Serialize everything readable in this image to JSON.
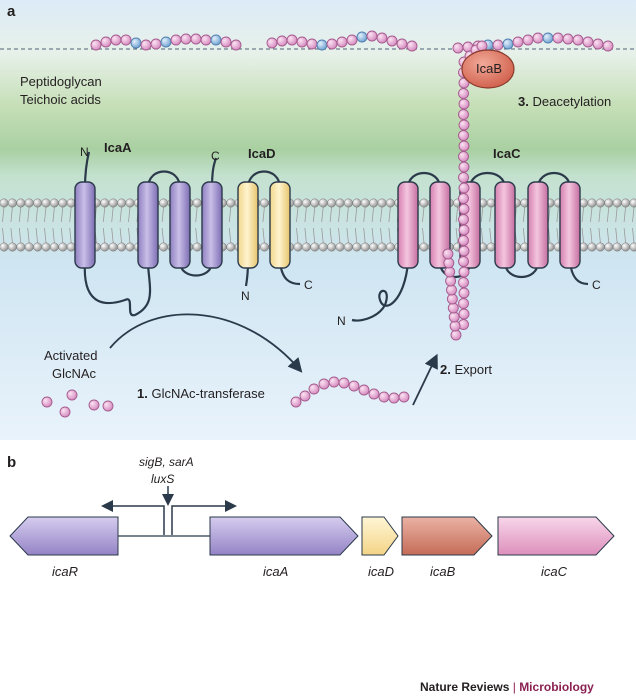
{
  "panel_a": {
    "label": "a",
    "wall_text": [
      "Peptidoglycan",
      "Teichoic acids"
    ],
    "proteins": {
      "icaA": "IcaA",
      "icaD": "IcaD",
      "icaC": "IcaC",
      "icaB": "IcaB"
    },
    "termini": {
      "icaA_n": "N",
      "icaA_c": "C",
      "icaD_n": "N",
      "icaD_c": "C",
      "icaC_n": "N",
      "icaC_c": "C"
    },
    "substrate": [
      "Activated",
      "GlcNAc"
    ],
    "steps": {
      "step1_num": "1.",
      "step1_text": "GlcNAc-transferase",
      "step2_num": "2.",
      "step2_text": "Export",
      "step3_num": "3.",
      "step3_text": "Deacetylation"
    }
  },
  "panel_b": {
    "label": "b",
    "regulators_line1": "sigB, sarA",
    "regulators_line2": "luxS",
    "genes": [
      "icaR",
      "icaA",
      "icaD",
      "icaB",
      "icaC"
    ]
  },
  "footer": {
    "journal": "Nature Reviews",
    "separator": "|",
    "section": "Microbiology"
  },
  "colors": {
    "icaA": "#a898d2",
    "icaD": "#fde8a8",
    "icaB": "#d9826e",
    "icaC": "#e9a2c8",
    "bead": "#e2a8d2",
    "bead_blue": "#8fb8de"
  }
}
